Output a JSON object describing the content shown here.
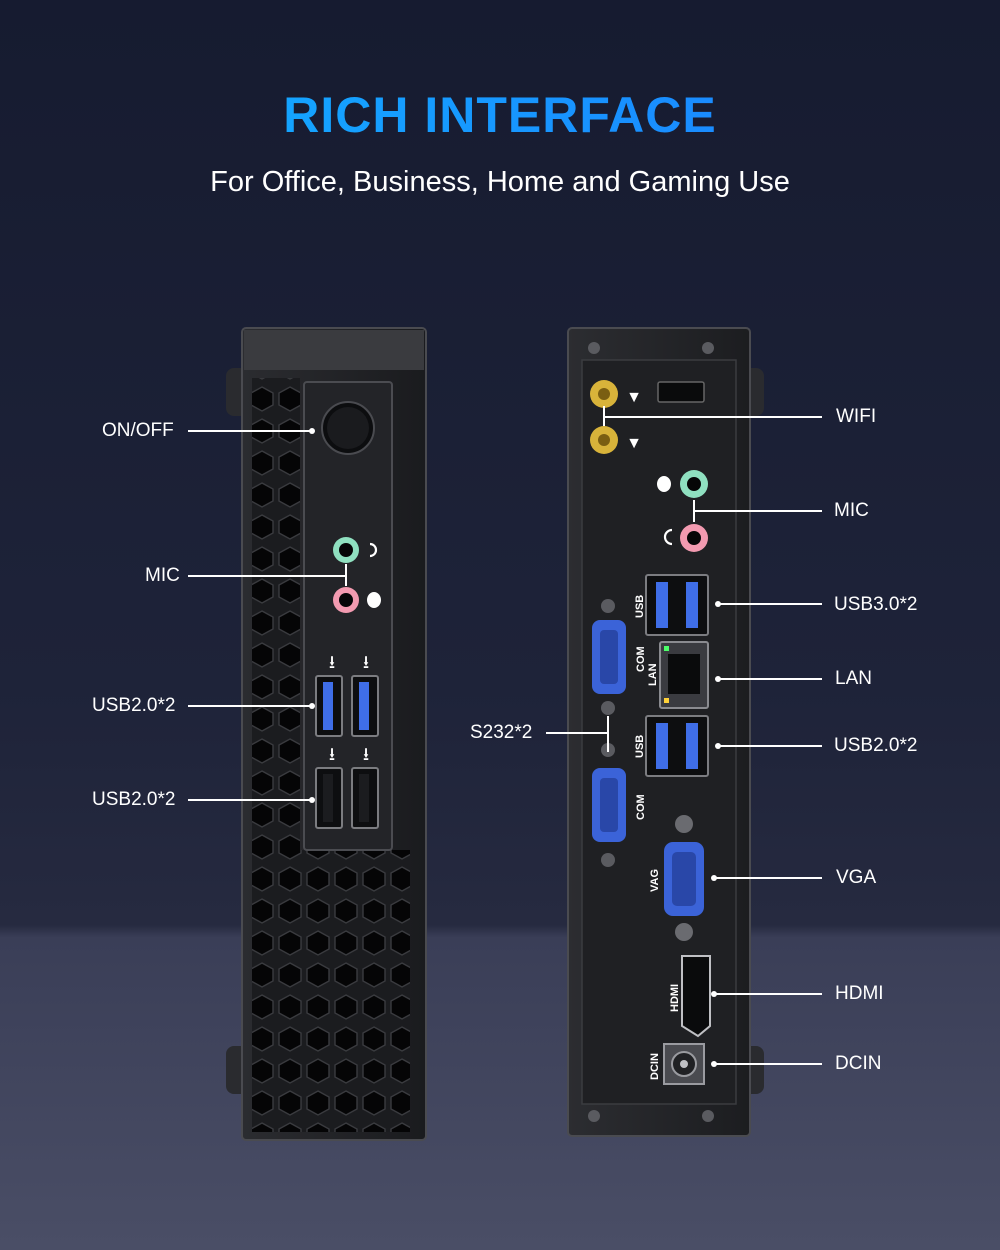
{
  "header": {
    "title": "RICH INTERFACE",
    "subtitle": "For Office, Business, Home and Gaming Use"
  },
  "front_labels": {
    "on_off": "ON/OFF",
    "mic": "MIC",
    "usb_upper": "USB2.0*2",
    "usb_lower": "USB2.0*2"
  },
  "rear_labels": {
    "wifi": "WIFI",
    "mic": "MIC",
    "usb3": "USB3.0*2",
    "lan": "LAN",
    "usb2": "USB2.0*2",
    "serial": "S232*2",
    "vga": "VGA",
    "hdmi": "HDMI",
    "dcin": "DCIN"
  },
  "rear_port_text": {
    "usb_top": "USB",
    "com_top": "COM",
    "lan": "LAN",
    "usb_bottom": "USB",
    "com_bottom": "COM",
    "vag": "VAG",
    "hdmi": "HDMI",
    "dcin": "DCIN"
  },
  "colors": {
    "title_blue": "#1fa3ff",
    "usb3_blue": "#3f6ee8",
    "serial_blue": "#3b63d8",
    "mic_green": "#8fe0c0",
    "headphone_pink": "#f29ab0",
    "antenna_gold": "#d8b33a"
  }
}
